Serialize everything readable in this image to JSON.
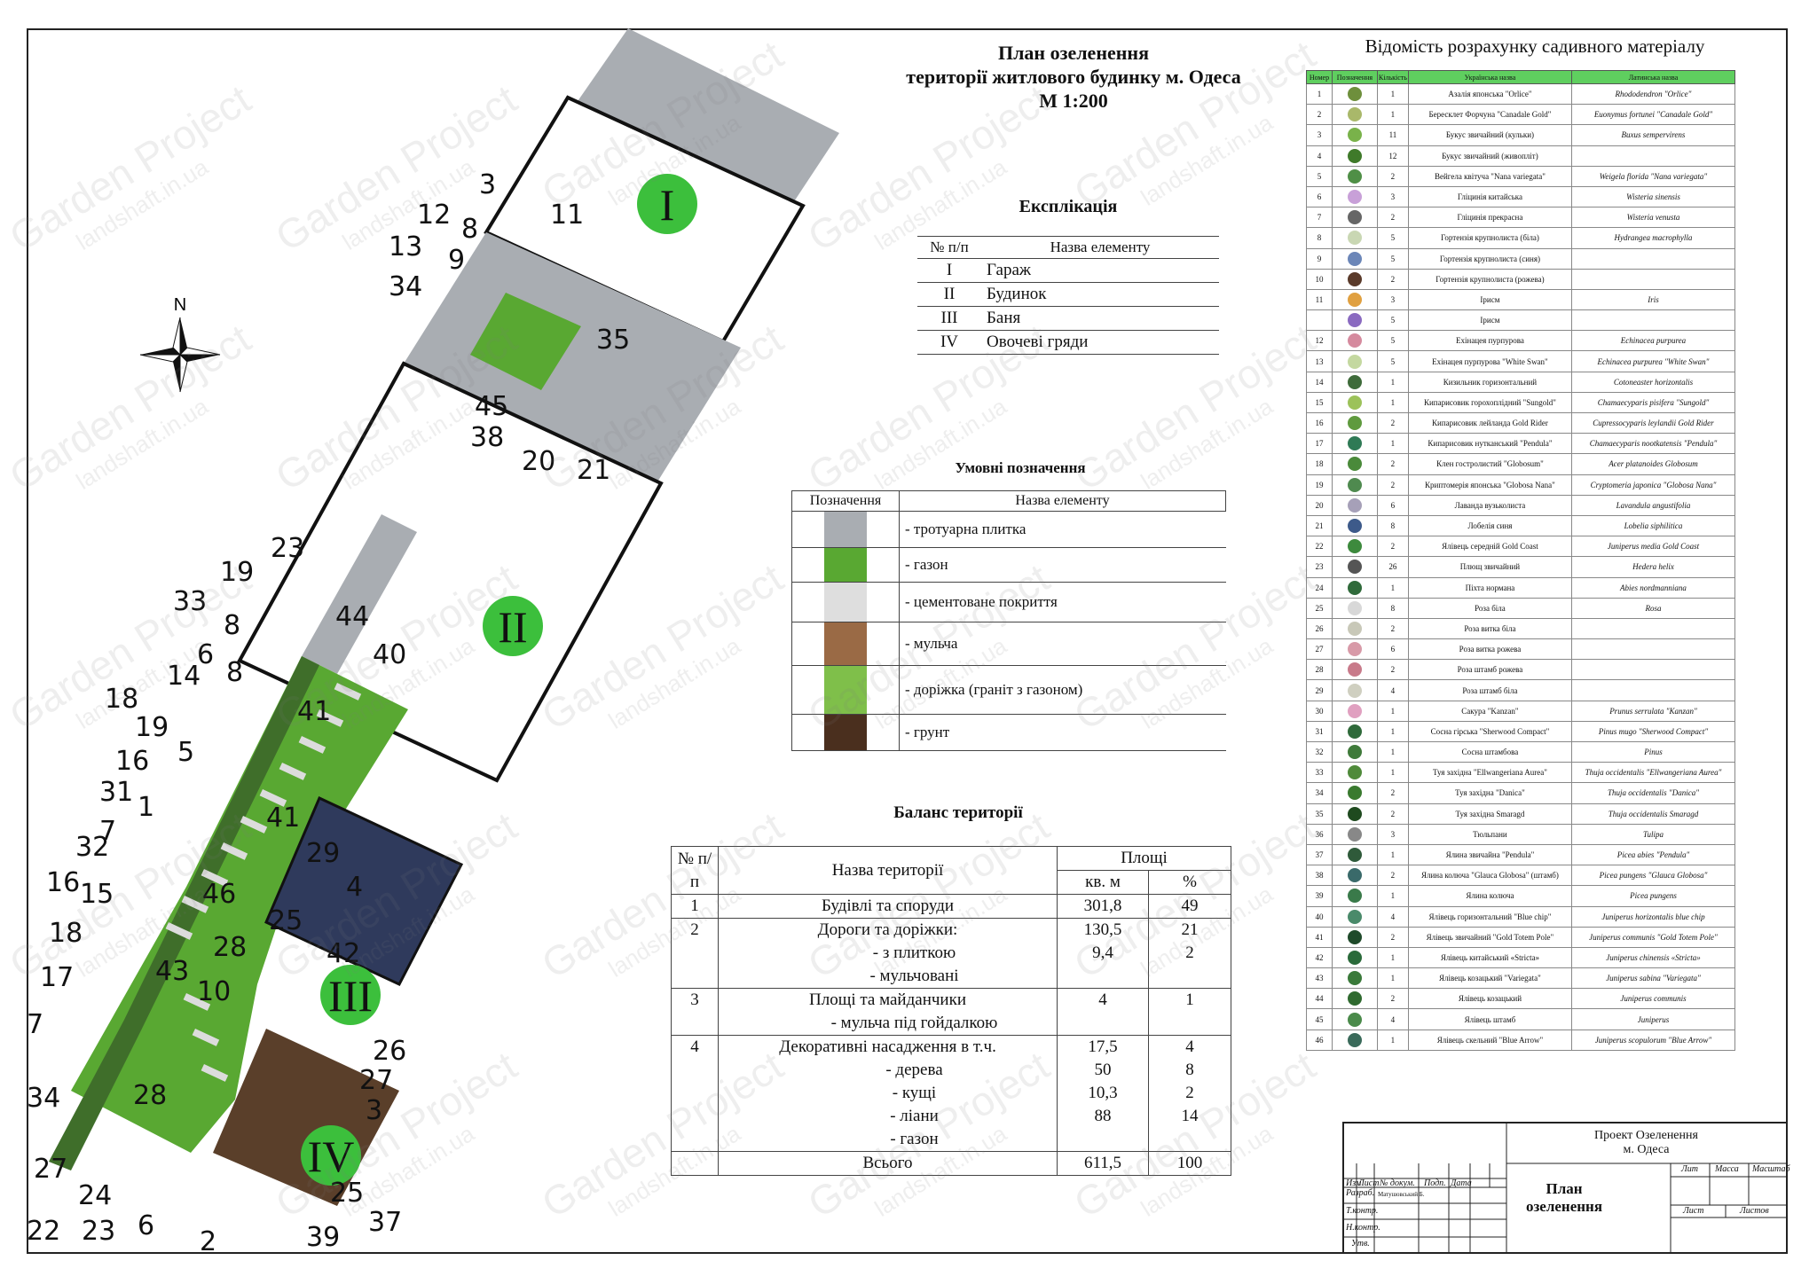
{
  "title": {
    "line1": "План озеленення",
    "line2": "території житлового будинку м. Одеса",
    "line3": "М 1:200"
  },
  "compass": {
    "label": "N"
  },
  "zones": [
    "I",
    "II",
    "III",
    "IV"
  ],
  "plan_numbers": [
    "3",
    "11",
    "12",
    "8",
    "13",
    "9",
    "34",
    "35",
    "45",
    "38",
    "20",
    "21",
    "23",
    "19",
    "33",
    "8",
    "44",
    "6",
    "40",
    "14",
    "8",
    "41",
    "18",
    "19",
    "5",
    "16",
    "41",
    "31",
    "1",
    "29",
    "7",
    "32",
    "4",
    "16",
    "15",
    "46",
    "25",
    "18",
    "28",
    "42",
    "43",
    "17",
    "10",
    "7",
    "26",
    "27",
    "34",
    "28",
    "3",
    "27",
    "24",
    "25",
    "22",
    "23",
    "6",
    "37",
    "2",
    "39"
  ],
  "explication": {
    "title": "Експлікація",
    "col_no": "№ п/п",
    "col_name": "Назва елементу",
    "rows": [
      {
        "no": "I",
        "name": "Гараж"
      },
      {
        "no": "II",
        "name": "Будинок"
      },
      {
        "no": "III",
        "name": "Баня"
      },
      {
        "no": "IV",
        "name": "Овочеві гряди"
      }
    ]
  },
  "legend": {
    "title": "Умовні позначення",
    "col_symbol": "Позначення",
    "col_name": "Назва елементу",
    "rows": [
      {
        "name": "- тротуарна плитка",
        "color": "#a9adb2"
      },
      {
        "name": "- газон",
        "color": "#59a832"
      },
      {
        "name": "- цементоване покриття",
        "color": "#dedede"
      },
      {
        "name": "- мульча",
        "color": "#9a6a45"
      },
      {
        "name": "- доріжка (граніт з газоном)",
        "color": "#7fbf4a"
      },
      {
        "name": "- грунт",
        "color": "#4a2f1e"
      }
    ]
  },
  "balance": {
    "title": "Баланс території",
    "col_no": "№ п/п",
    "col_name": "Назва території",
    "col_area": "Площі",
    "col_m": "кв. м",
    "col_pct": "%",
    "rows": [
      {
        "no": "1",
        "lines": [
          "Будівлі та споруди"
        ],
        "m": [
          "301,8"
        ],
        "pct": [
          "49"
        ]
      },
      {
        "no": "2",
        "lines": [
          "Дороги та доріжки:",
          "- з плиткою",
          "- мульчовані"
        ],
        "m": [
          "",
          "130,5",
          "9,4"
        ],
        "pct": [
          "",
          "21",
          "2"
        ]
      },
      {
        "no": "3",
        "lines": [
          "Площі та майданчики",
          "- мульча під гойдалкою"
        ],
        "m": [
          "",
          "4"
        ],
        "pct": [
          "",
          "1"
        ]
      },
      {
        "no": "4",
        "lines": [
          "Декоративні насадження в т.ч.",
          "- дерева",
          "- кущі",
          "- ліани",
          "- газон"
        ],
        "m": [
          "",
          "17,5",
          "50",
          "10,3",
          "88"
        ],
        "pct": [
          "",
          "4",
          "8",
          "2",
          "14"
        ]
      }
    ],
    "total_label": "Всього",
    "total_m": "611,5",
    "total_pct": "100"
  },
  "vedomist": {
    "title": "Відомість розрахунку садивного матеріалу",
    "headers": [
      "Номер",
      "Позначення",
      "Кількість",
      "Українська назва",
      "Латинська назва"
    ],
    "rows": [
      {
        "n": "1",
        "q": "1",
        "ua": "Азалія японська \"Orlice\"",
        "lat": "Rhododendron \"Orlice\"",
        "c": "#6e8f3c"
      },
      {
        "n": "2",
        "q": "1",
        "ua": "Бересклет Форчуна \"Canadale Gold\"",
        "lat": "Euonymus fortunei \"Canadale Gold\"",
        "c": "#a9b86a"
      },
      {
        "n": "3",
        "q": "11",
        "ua": "Букус звичайний (кульки)",
        "lat": "Buxus sempervirens",
        "c": "#79b24a"
      },
      {
        "n": "4",
        "q": "12",
        "ua": "Букус звичайний (живопліт)",
        "lat": "",
        "c": "#3f7a2a"
      },
      {
        "n": "5",
        "q": "2",
        "ua": "Вейгела квітуча \"Nana variegata\"",
        "lat": "Weigela florida \"Nana variegata\"",
        "c": "#4f8f46"
      },
      {
        "n": "6",
        "q": "3",
        "ua": "Гліцинія китайська",
        "lat": "Wisteria sinensis",
        "c": "#c8a0d8"
      },
      {
        "n": "7",
        "q": "2",
        "ua": "Гліцинія прекрасна",
        "lat": "Wisteria venusta",
        "c": "#666666"
      },
      {
        "n": "8",
        "q": "5",
        "ua": "Гортензія крупнолиста (біла)",
        "lat": "Hydrangea macrophylla",
        "c": "#c9d7b3"
      },
      {
        "n": "9",
        "q": "5",
        "ua": "Гортензія крупнолиста (синя)",
        "lat": "",
        "c": "#6b86b8"
      },
      {
        "n": "10",
        "q": "2",
        "ua": "Гортензія крупнолиста (рожева)",
        "lat": "",
        "c": "#5a3a2a"
      },
      {
        "n": "11",
        "q": "3",
        "ua": "Ірисм",
        "lat": "Iris",
        "c": "#e0a040"
      },
      {
        "n": "",
        "q": "5",
        "ua": "Ірисм",
        "lat": "",
        "c": "#8a6ac0"
      },
      {
        "n": "12",
        "q": "5",
        "ua": "Ехінацея пурпурова",
        "lat": "Echinacea purpurea",
        "c": "#d58a9e"
      },
      {
        "n": "13",
        "q": "5",
        "ua": "Ехінацея пурпурова \"White Swan\"",
        "lat": "Echinacea purpurea \"White Swan\"",
        "c": "#c4d8a0"
      },
      {
        "n": "14",
        "q": "1",
        "ua": "Кизильник горизонтальний",
        "lat": "Cotoneaster horizontalis",
        "c": "#3e6b3a"
      },
      {
        "n": "15",
        "q": "1",
        "ua": "Кипарисовик горохоплідний \"Sungold\"",
        "lat": "Chamaecyparis pisifera \"Sungold\"",
        "c": "#9cc25a"
      },
      {
        "n": "16",
        "q": "2",
        "ua": "Кипарисовик лейланда Gold Rider",
        "lat": "Cupressocyparis leylandii Gold Rider",
        "c": "#5f9a3e"
      },
      {
        "n": "17",
        "q": "1",
        "ua": "Кипарисовик нутканський \"Pendula\"",
        "lat": "Chamaecyparis nootkatensis \"Pendula\"",
        "c": "#2f7a55"
      },
      {
        "n": "18",
        "q": "2",
        "ua": "Клен гостролистий \"Globosum\"",
        "lat": "Acer platanoides Globosum",
        "c": "#4a8a3a"
      },
      {
        "n": "19",
        "q": "2",
        "ua": "Криптомерія японська \"Globosa Nana\"",
        "lat": "Cryptomeria japonica \"Globosa Nana\"",
        "c": "#4f8a4f"
      },
      {
        "n": "20",
        "q": "6",
        "ua": "Лаванда вузьколиста",
        "lat": "Lavandula angustifolia",
        "c": "#a6a0b8"
      },
      {
        "n": "21",
        "q": "8",
        "ua": "Лобелія синя",
        "lat": "Lobelia siphilitica",
        "c": "#3d5a8a"
      },
      {
        "n": "22",
        "q": "2",
        "ua": "Ялівець середній Gold Coast",
        "lat": "Juniperus media Gold Coast",
        "c": "#3d8a3d"
      },
      {
        "n": "23",
        "q": "26",
        "ua": "Плющ звичайний",
        "lat": "Hedera helix",
        "c": "#555555"
      },
      {
        "n": "24",
        "q": "1",
        "ua": "Піхта нормана",
        "lat": "Abies nordmanniana",
        "c": "#2f6a3a"
      },
      {
        "n": "25",
        "q": "8",
        "ua": "Роза біла",
        "lat": "Rosa",
        "c": "#d8d8d8"
      },
      {
        "n": "26",
        "q": "2",
        "ua": "Роза витка біла",
        "lat": "",
        "c": "#c8c8b8"
      },
      {
        "n": "27",
        "q": "6",
        "ua": "Роза витка рожева",
        "lat": "",
        "c": "#d89aa8"
      },
      {
        "n": "28",
        "q": "2",
        "ua": "Роза штамб рожева",
        "lat": "",
        "c": "#c87a8a"
      },
      {
        "n": "29",
        "q": "4",
        "ua": "Роза штамб біла",
        "lat": "",
        "c": "#cfcfc0"
      },
      {
        "n": "30",
        "q": "1",
        "ua": "Сакура \"Kanzan\"",
        "lat": "Prunus serrulata \"Kanzan\"",
        "c": "#e0a0c0"
      },
      {
        "n": "31",
        "q": "1",
        "ua": "Сосна гірська \"Sherwood Compact\"",
        "lat": "Pinus mugo \"Sherwood Compact\"",
        "c": "#2f6a3a"
      },
      {
        "n": "32",
        "q": "1",
        "ua": "Сосна штамбова",
        "lat": "Pinus",
        "c": "#3f7a3a"
      },
      {
        "n": "33",
        "q": "1",
        "ua": "Туя західна \"Ellwangeriana Aurea\"",
        "lat": "Thuja occidentalis \"Ellwangeriana Aurea\"",
        "c": "#4f8a3a"
      },
      {
        "n": "34",
        "q": "2",
        "ua": "Туя західна \"Danica\"",
        "lat": "Thuja occidentalis \"Danica\"",
        "c": "#3a7a2f"
      },
      {
        "n": "35",
        "q": "2",
        "ua": "Туя західна Smaragd",
        "lat": "Thuja occidentalis Smaragd",
        "c": "#1f4a1f"
      },
      {
        "n": "36",
        "q": "3",
        "ua": "Тюльпани",
        "lat": "Tulipa",
        "c": "#888888"
      },
      {
        "n": "37",
        "q": "1",
        "ua": "Ялина звичайна \"Pendula\"",
        "lat": "Picea abies \"Pendula\"",
        "c": "#2f5a3a"
      },
      {
        "n": "38",
        "q": "2",
        "ua": "Ялина колюча \"Glauca Globosa\" (штамб)",
        "lat": "Picea pungens \"Glauca Globosa\"",
        "c": "#3a6a6a"
      },
      {
        "n": "39",
        "q": "1",
        "ua": "Ялина колюча",
        "lat": "Picea pungens",
        "c": "#3a7a4a"
      },
      {
        "n": "40",
        "q": "4",
        "ua": "Ялівець горизонтальний \"Blue chip\"",
        "lat": "Juniperus horizontalis blue chip",
        "c": "#4a8a6a"
      },
      {
        "n": "41",
        "q": "2",
        "ua": "Ялівець звичайний \"Gold Totem Pole\"",
        "lat": "Juniperus communis \"Gold Totem Pole\"",
        "c": "#1f4a2a"
      },
      {
        "n": "42",
        "q": "1",
        "ua": "Ялівець китайський «Stricta»",
        "lat": "Juniperus chinensis «Stricta»",
        "c": "#2a6a3a"
      },
      {
        "n": "43",
        "q": "1",
        "ua": "Ялівець козацький \"Variegata\"",
        "lat": "Juniperus sabina \"Variegata\"",
        "c": "#3a7a3a"
      },
      {
        "n": "44",
        "q": "2",
        "ua": "Ялівець козацький",
        "lat": "Juniperus communis",
        "c": "#2f6a2f"
      },
      {
        "n": "45",
        "q": "4",
        "ua": "Ялівець штамб",
        "lat": "Juniperus",
        "c": "#4a8a4a"
      },
      {
        "n": "46",
        "q": "1",
        "ua": "Ялівець скельний \"Blue Arrow\"",
        "lat": "Juniperus scopulorum \"Blue Arrow\"",
        "c": "#3a6a5a"
      }
    ]
  },
  "stamp": {
    "project_line1": "Проект Озеленення",
    "project_line2": "м. Одеса",
    "plan_title": "План озеленення",
    "labels": [
      "Изм",
      "Лист",
      "№ докум.",
      "Подп.",
      "Дата",
      "Разраб.",
      "Т.контр.",
      "Н.контр.",
      "Утв.",
      "Лит",
      "Масса",
      "Масштаб",
      "Лист",
      "Листов"
    ],
    "author": "Матушовський Б."
  },
  "watermark": {
    "line1": "Garden Project",
    "line2": "landshaft.in.ua"
  }
}
